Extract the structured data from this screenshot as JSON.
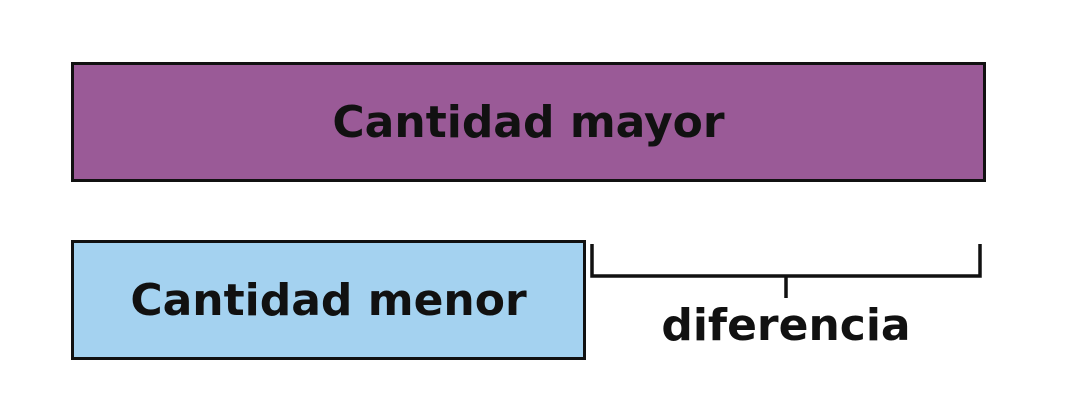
{
  "larger_quantity": {
    "label": "Cantidad mayor",
    "color": "#9a5a97"
  },
  "smaller_quantity": {
    "label": "Cantidad menor",
    "color": "#a4d2f0"
  },
  "difference": {
    "label": "diferencia"
  },
  "colors": {
    "outline": "#111111",
    "text": "#111111",
    "background": "#ffffff"
  }
}
